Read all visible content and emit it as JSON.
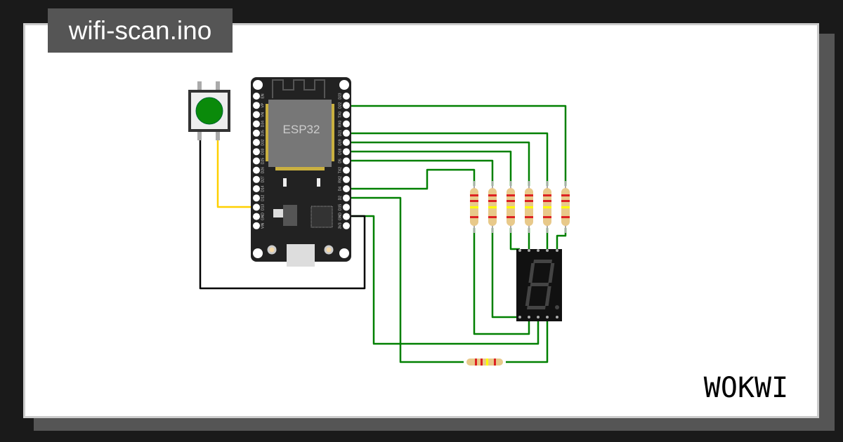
{
  "title": "wifi-scan.ino",
  "esp32": {
    "label": "ESP32",
    "left_pins": [
      "EN",
      "VP",
      "VN",
      "D34",
      "D35",
      "D32",
      "D33",
      "D25",
      "D26",
      "D27",
      "D14",
      "D12",
      "D13",
      "GND",
      "VIN"
    ],
    "right_pins": [
      "D23",
      "D22",
      "TX0",
      "RX0",
      "D21",
      "D19",
      "D18",
      "D5",
      "TX2",
      "RX2",
      "D4",
      "D2",
      "D15",
      "GND",
      "3V3"
    ]
  },
  "logo": "WOKWI",
  "colors": {
    "wire_green": "#008000",
    "wire_black": "#000000",
    "wire_yellow": "#ffd000",
    "button": "#0a8a0a"
  }
}
